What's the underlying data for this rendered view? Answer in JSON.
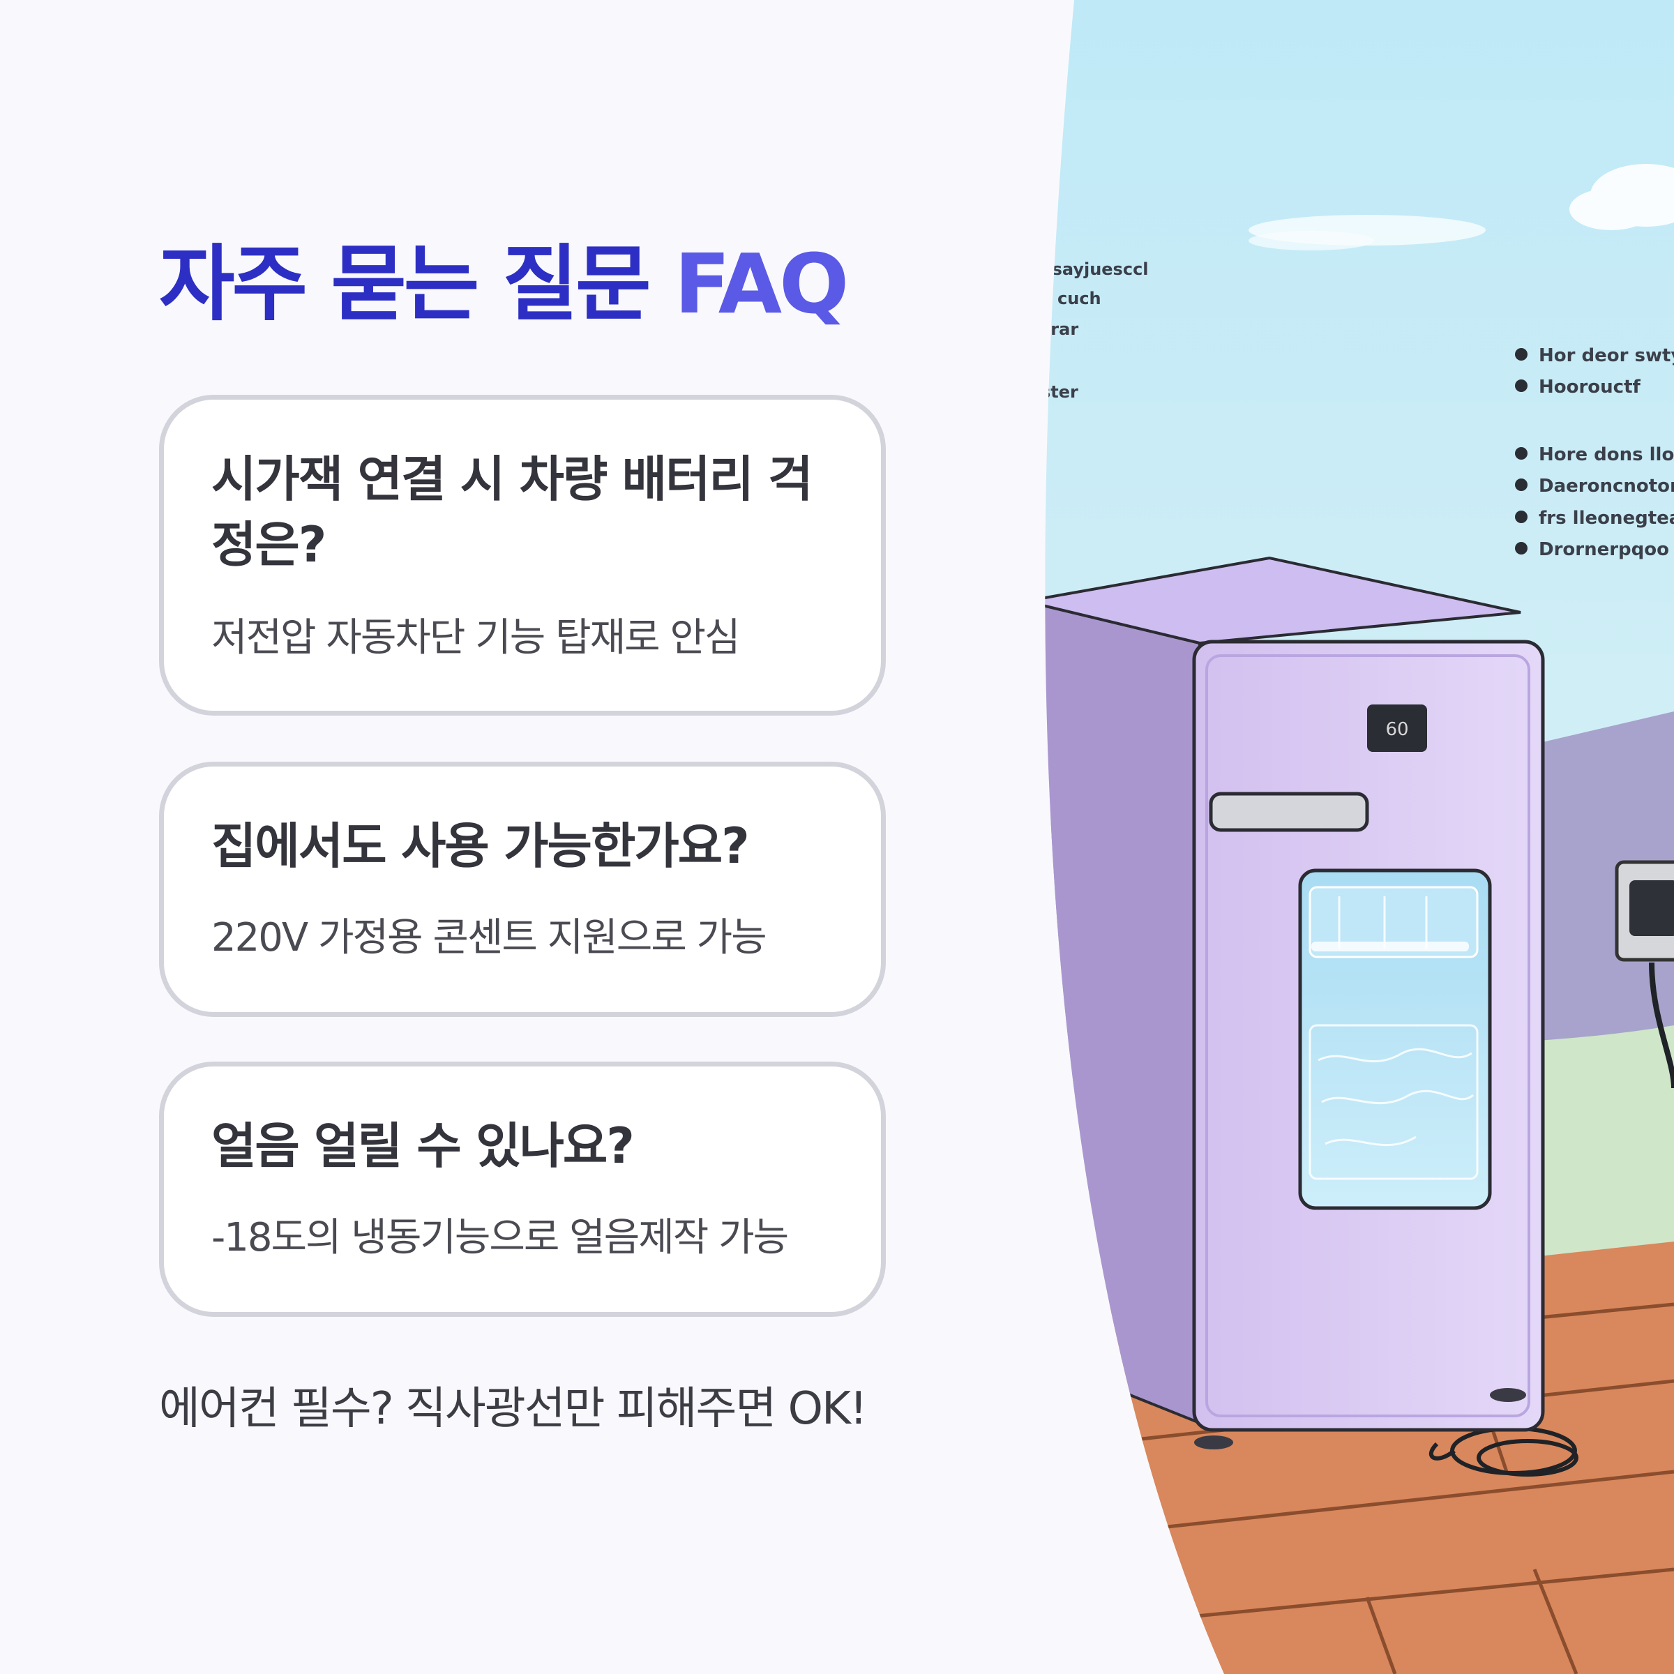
{
  "page": {
    "title_ko": "자주 묻는 질문",
    "title_en": "FAQ"
  },
  "faq": [
    {
      "question": "시가잭 연결 시 차량 배터리 걱정은?",
      "answer": "저전압 자동차단 기능 탑재로 안심"
    },
    {
      "question": "집에서도 사용 가능한가요?",
      "answer": "220V 가정용 콘센트 지원으로 가능"
    },
    {
      "question": "얼음 얼릴 수 있나요?",
      "answer": "-18도의 냉동기능으로 얼음제작 가능"
    }
  ],
  "footer_note": "에어컨 필수? 직사광선만 피해주면 OK!",
  "illustration": {
    "left_notes": [
      "l sayjuesccl",
      "y cuch",
      "srar",
      "ster"
    ],
    "bullets_top": [
      "Hor deor swty s",
      "Hoorouctf"
    ],
    "bullets_bottom": [
      "Hore dons llore",
      "Daeroncnotoras e",
      "frs lleonegtear m",
      "Drornerpqoo"
    ],
    "display_label": "60"
  },
  "colors": {
    "title_primary": "#2d2fc4",
    "title_accent": "#5b5ae6",
    "card_border": "#d3d3dc",
    "fridge": "#c3b0e5",
    "sky": "#cbeaf6",
    "deck": "#d9875c"
  }
}
